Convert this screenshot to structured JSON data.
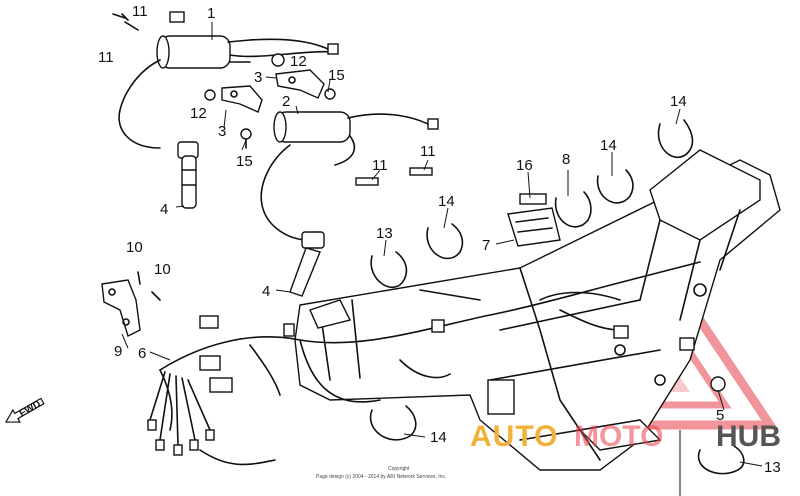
{
  "callouts": {
    "c1": "1",
    "c2": "2",
    "c3a": "3",
    "c3b": "3",
    "c4a": "4",
    "c4b": "4",
    "c5": "5",
    "c6": "6",
    "c7": "7",
    "c8": "8",
    "c9": "9",
    "c10a": "10",
    "c10b": "10",
    "c11a": "11",
    "c11b": "11",
    "c11c": "11",
    "c11d": "11",
    "c12a": "12",
    "c12b": "12",
    "c13a": "13",
    "c13b": "13",
    "c14a": "14",
    "c14b": "14",
    "c14c": "14",
    "c14d": "14",
    "c15a": "15",
    "c15b": "15",
    "c16": "16"
  },
  "fwd_label": "FWD",
  "copyright": {
    "line1": "Copyright",
    "line2": "Page design (c) 2004 - 2014 by ARI Network Services, Inc."
  },
  "watermark": {
    "auto": "AUTO",
    "moto": "MOTO",
    "hub": "HUB"
  },
  "colors": {
    "ink": "#111111",
    "watermark_red": "#e8404a",
    "watermark_orange": "#f2b23a",
    "watermark_grey": "#555555"
  }
}
